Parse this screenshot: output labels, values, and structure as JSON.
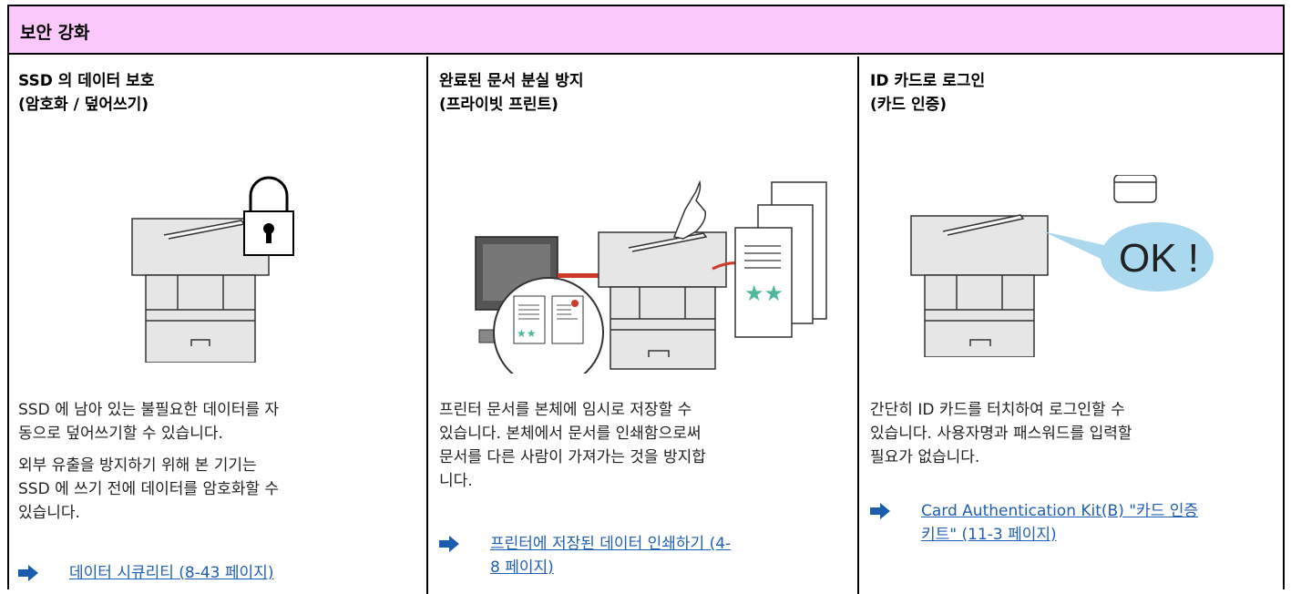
{
  "header": {
    "title": "보안 강화"
  },
  "columns": [
    {
      "title_line1": "SSD 의 데이터 보호",
      "title_line2": "(암호화 / 덮어쓰기)",
      "desc1_line1": "SSD 에 남아 있는 불필요한 데이터를 자",
      "desc1_line2": "동으로 덮어쓰기할 수 있습니다.",
      "desc2_line1": "외부 유출을 방지하기 위해 본 기기는",
      "desc2_line2": "SSD 에 쓰기 전에 데이터를 암호화할 수",
      "desc2_line3": "있습니다.",
      "link_line1": "데이터 시큐리티 (8-43 페이지)",
      "icon": "padlock-icon"
    },
    {
      "title_line1": "완료된 문서 분실 방지",
      "title_line2": "(프라이빗 프린트)",
      "desc1_line1": "프린터 문서를 본체에 임시로 저장할 수",
      "desc1_line2": "있습니다. 본체에서 문서를 인쇄함으로써",
      "desc1_line3": "문서를 다른 사람이 가져가는 것을 방지합",
      "desc1_line4": "니다.",
      "link_line1": "프린터에 저장된 데이터 인쇄하기 (4-",
      "link_line2": "8 페이지)"
    },
    {
      "title_line1": "ID 카드로 로그인",
      "title_line2": "(카드 인증)",
      "ok_text": "OK !",
      "desc1_line1": "간단히 ID 카드를 터치하여 로그인할 수",
      "desc1_line2": "있습니다. 사용자명과 패스워드를 입력할",
      "desc1_line3": "필요가 없습니다.",
      "link_line1": "Card Authentication Kit(B) \"카드 인증",
      "link_line2": "키트\" (11-3 페이지)"
    }
  ],
  "colors": {
    "header_bg": "#fac8fa",
    "link": "#1f5fb4",
    "arrow": "#1a5dad",
    "bubble": "#a9d8ef",
    "star": "#4fb89a"
  }
}
